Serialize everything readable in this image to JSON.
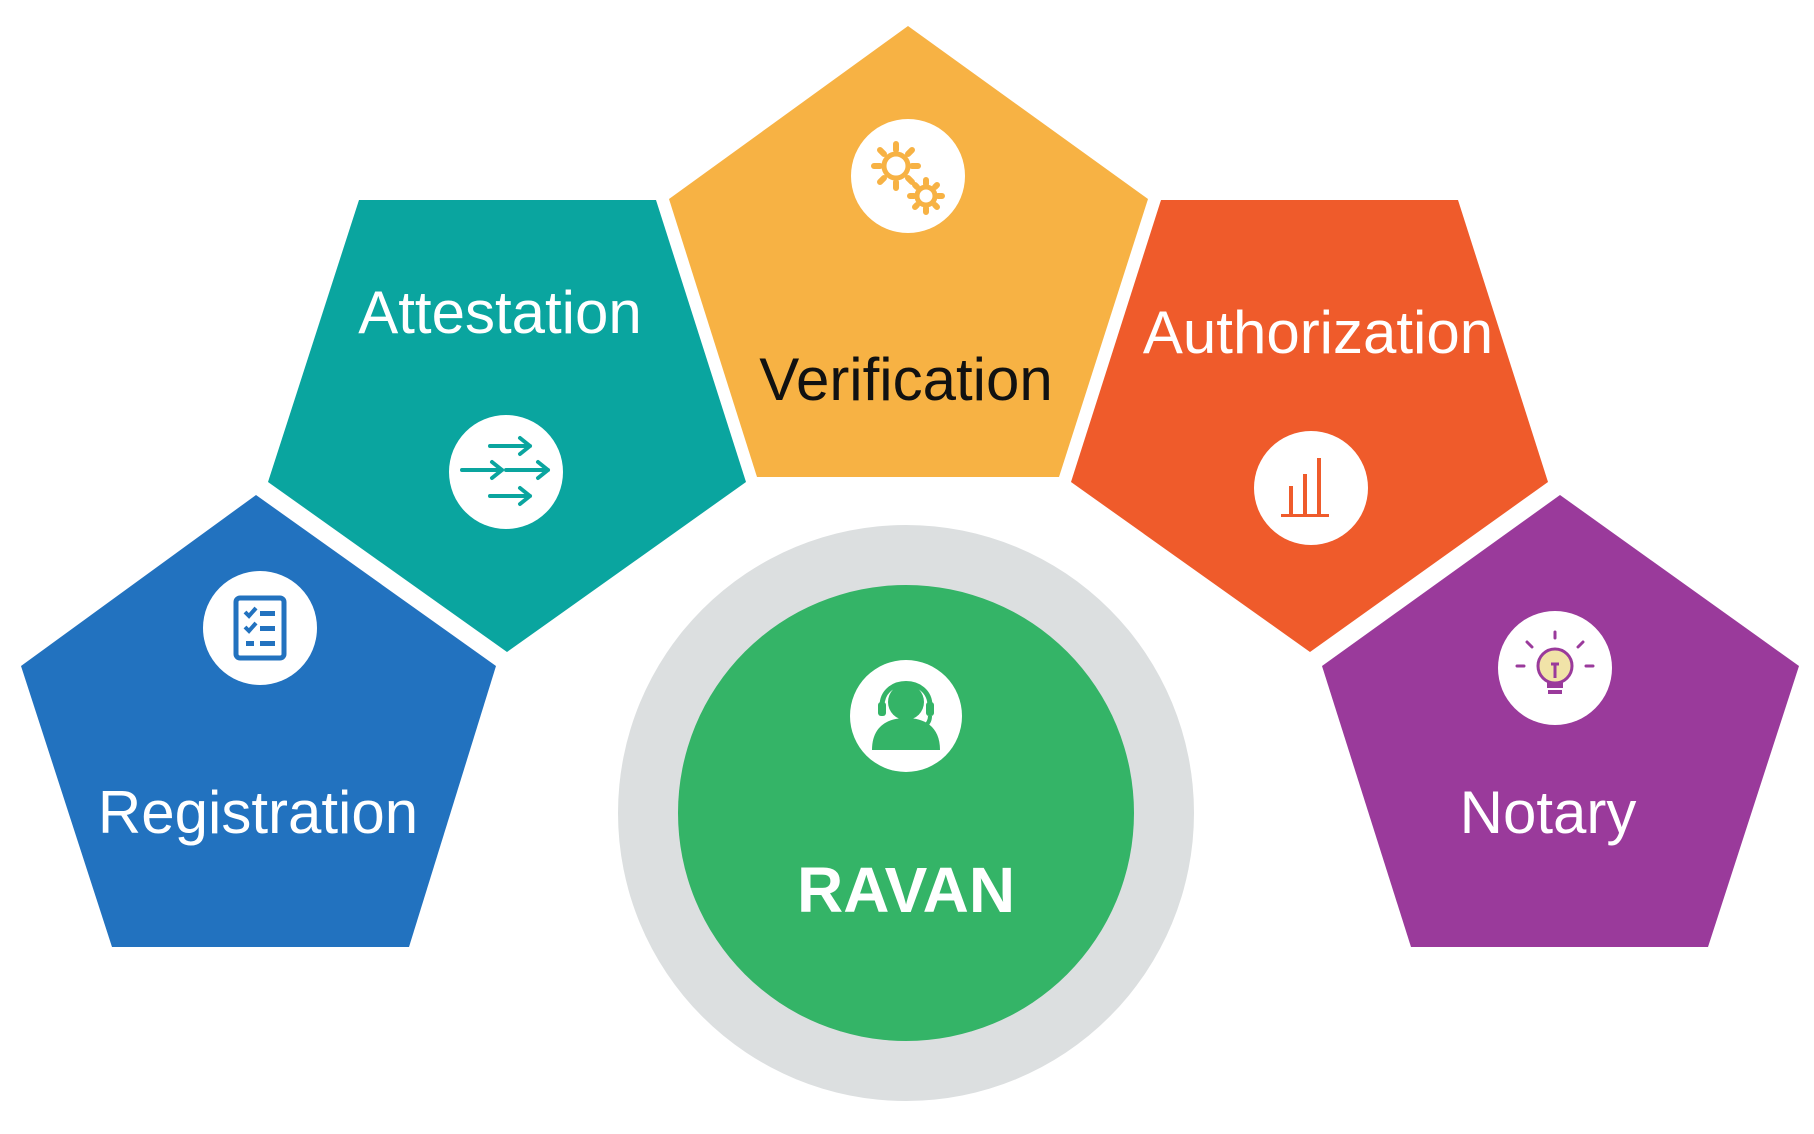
{
  "center": {
    "label": "RAVAN",
    "icon": "headset-user-icon",
    "color": "#34b467",
    "ring_color": "#dcdfe0"
  },
  "segments": [
    {
      "id": "registration",
      "label": "Registration",
      "color": "#2272bf",
      "text_color": "#ffffff",
      "icon": "checklist-icon"
    },
    {
      "id": "attestation",
      "label": "Attestation",
      "color": "#0aa59f",
      "text_color": "#ffffff",
      "icon": "arrows-exchange-icon"
    },
    {
      "id": "verification",
      "label": "Verification",
      "color": "#f7b244",
      "text_color": "#111111",
      "icon": "gears-icon"
    },
    {
      "id": "authorization",
      "label": "Authorization",
      "color": "#ef5b2b",
      "text_color": "#ffffff",
      "icon": "bar-chart-icon"
    },
    {
      "id": "notary",
      "label": "Notary",
      "color": "#9a3a9b",
      "text_color": "#ffffff",
      "icon": "lightbulb-icon"
    }
  ]
}
